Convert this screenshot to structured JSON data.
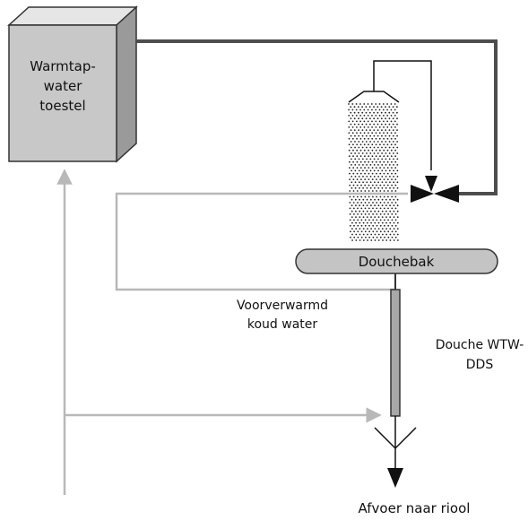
{
  "heater": {
    "label_line1": "Warmtap-",
    "label_line2": "water",
    "label_line3": "toestel"
  },
  "shower_tray": {
    "label": "Douchebak"
  },
  "preheated": {
    "line1": "Voorverwarmd",
    "line2": "koud water"
  },
  "wtw": {
    "line1": "Douche WTW-",
    "line2": "DDS"
  },
  "drain": {
    "label": "Afvoer naar riool"
  },
  "colors": {
    "hot_pipe": "#4d4d4d",
    "cold_pipe": "#b8b8b8",
    "heater_front": "#c8c8c8",
    "heater_side": "#9a9a9a",
    "tray_fill": "#c4c4c4",
    "exchanger_fill": "#a8a8a8"
  }
}
